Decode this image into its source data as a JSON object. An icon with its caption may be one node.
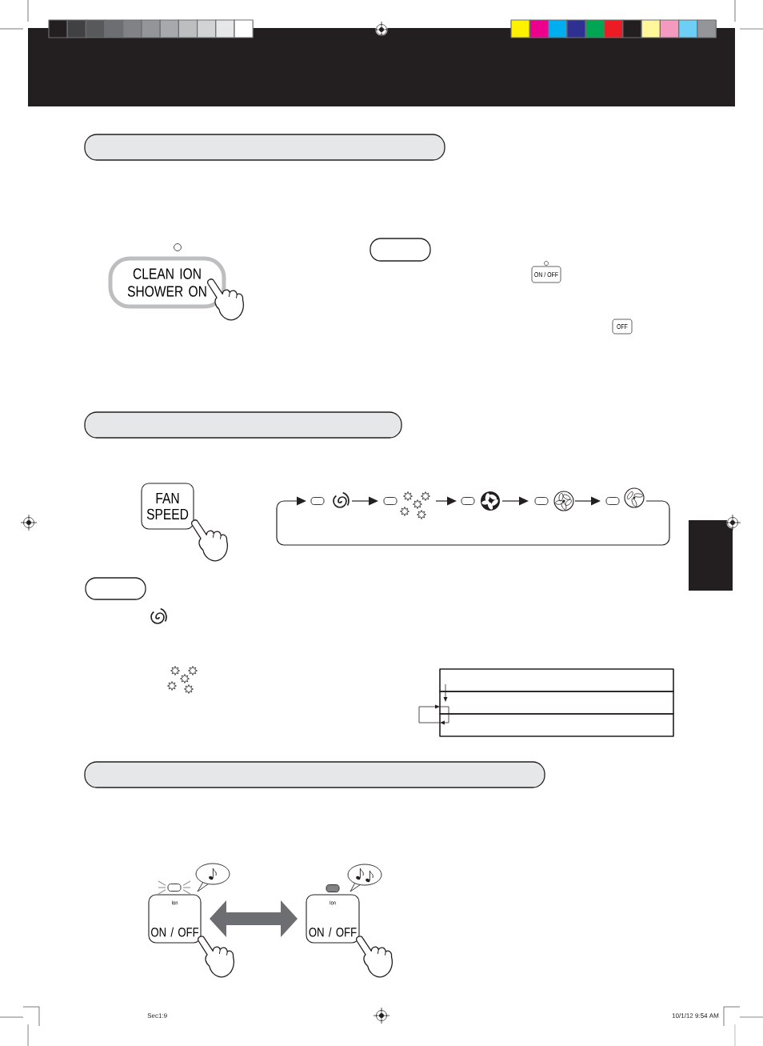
{
  "diagram": {
    "nodes": [
      {
        "text": [],
        "shape": "box"
      },
      {
        "text": [],
        "shape": "box"
      },
      {
        "text": [
          "CLEAN ION SHOWER ON"
        ]
      },
      {
        "text": [
          "ON / OFF"
        ]
      },
      {
        "text": [
          "OFF"
        ]
      },
      {
        "text": [],
        "shape": "box"
      },
      {
        "text": [
          "FAN SPEED"
        ]
      },
      {
        "text": [],
        "shape": "picture"
      },
      {
        "text": [],
        "shape": "picture"
      },
      {
        "text": [],
        "shape": "picture"
      },
      {
        "text": [],
        "shape": "picture"
      },
      {
        "text": [],
        "shape": "picture"
      },
      {
        "text": [],
        "shape": "box"
      },
      {
        "text": [],
        "shape": "box"
      },
      {
        "text": [],
        "shape": "box"
      },
      {
        "text": [],
        "shape": "box"
      },
      {
        "text": [],
        "shape": "box"
      },
      {
        "text": [],
        "shape": "box"
      },
      {
        "text": [
          "Ion",
          "ON / OFF"
        ]
      },
      {
        "text": [
          "Ion",
          "ON / OFF"
        ]
      }
    ],
    "edges": [
      {
        "from": 7,
        "to": 8,
        "arrow": "to"
      },
      {
        "from": 8,
        "to": 9,
        "arrow": "to"
      },
      {
        "from": 9,
        "to": 10,
        "arrow": "to"
      },
      {
        "from": 10,
        "to": 11,
        "arrow": "to"
      },
      {
        "from": 11,
        "to": 7,
        "arrow": "to"
      },
      {
        "from": 14,
        "to": 15,
        "arrow": "to"
      },
      {
        "from": 16,
        "to": 15,
        "arrow": "to"
      },
      {
        "from": 15,
        "to": 16,
        "arrow": "to"
      },
      {
        "from": 18,
        "to": 19,
        "arrow": "both",
        "style": "thick",
        "color": "#6d6e71"
      }
    ],
    "labels": [
      "Sec1:9",
      "10/1/12 9:54 AM"
    ]
  }
}
